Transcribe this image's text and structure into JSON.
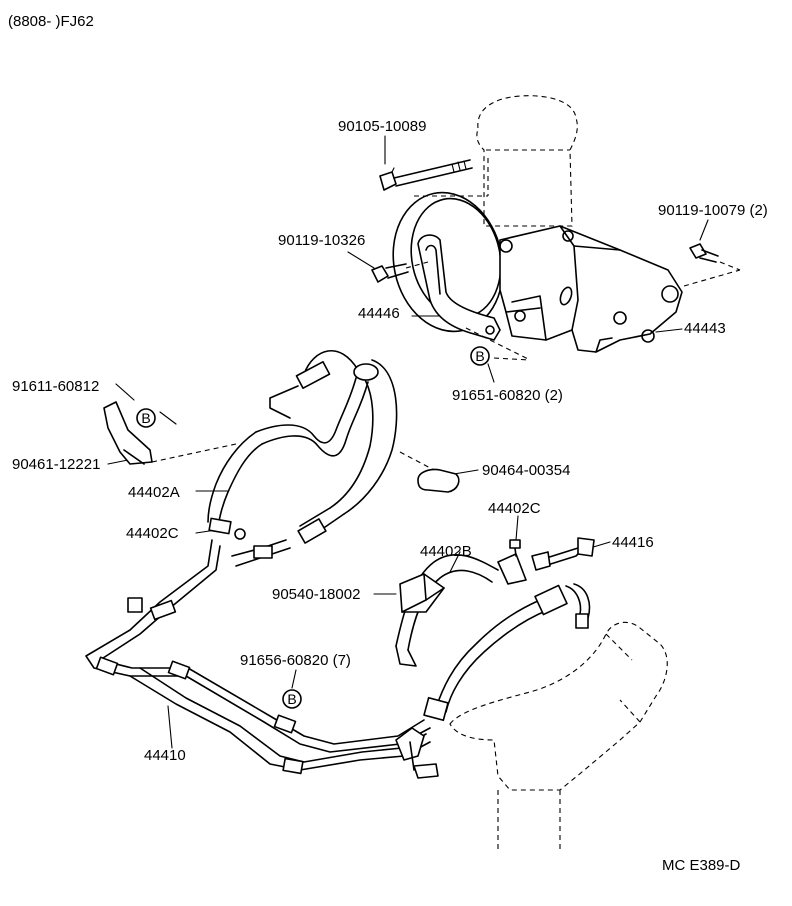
{
  "header": {
    "code": "(8808-      )FJ62"
  },
  "footer": {
    "ref": "MC  E389-D"
  },
  "reference_marker": "B",
  "colors": {
    "ink": "#000000",
    "paper": "#ffffff"
  },
  "parts": [
    {
      "id": "p1",
      "label": "90105-10089"
    },
    {
      "id": "p2",
      "label": "90119-10079 (2)"
    },
    {
      "id": "p3",
      "label": "90119-10326"
    },
    {
      "id": "p4",
      "label": "44446"
    },
    {
      "id": "p5",
      "label": "44443"
    },
    {
      "id": "p6",
      "label": "91651-60820 (2)"
    },
    {
      "id": "p7",
      "label": "91611-60812"
    },
    {
      "id": "p8",
      "label": "90461-12221"
    },
    {
      "id": "p9",
      "label": "90464-00354"
    },
    {
      "id": "p10",
      "label": "44402A"
    },
    {
      "id": "p11",
      "label": "44402C"
    },
    {
      "id": "p12",
      "label": "44402C"
    },
    {
      "id": "p13",
      "label": "44416"
    },
    {
      "id": "p14",
      "label": "44402B"
    },
    {
      "id": "p15",
      "label": "90540-18002"
    },
    {
      "id": "p16",
      "label": "91656-60820 (7)"
    },
    {
      "id": "p17",
      "label": "44410"
    }
  ]
}
